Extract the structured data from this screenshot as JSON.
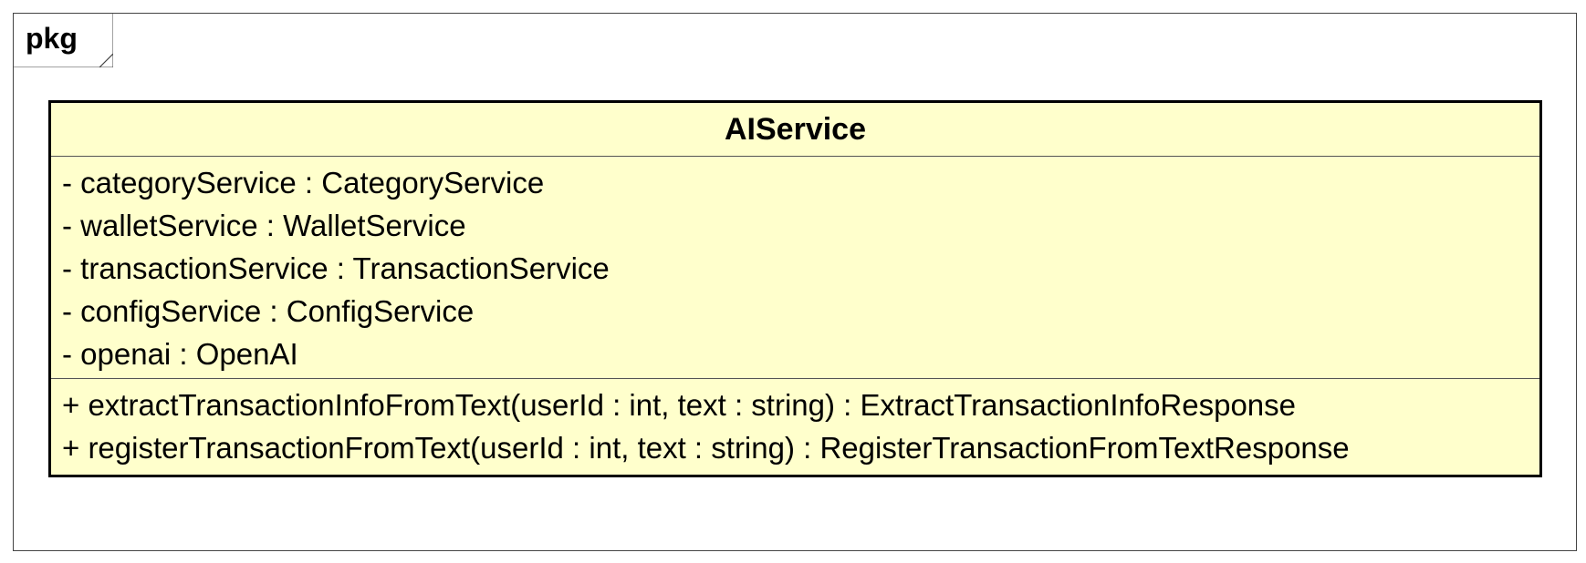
{
  "package": {
    "label": "pkg"
  },
  "class": {
    "name": "AIService",
    "fill_color": "#ffffcc",
    "attributes": [
      "- categoryService : CategoryService",
      "- walletService : WalletService",
      "- transactionService : TransactionService",
      "- configService : ConfigService",
      "- openai : OpenAI"
    ],
    "operations": [
      "+ extractTransactionInfoFromText(userId : int, text : string) : ExtractTransactionInfoResponse",
      "+ registerTransactionFromText(userId : int, text : string) : RegisterTransactionFromTextResponse"
    ]
  }
}
